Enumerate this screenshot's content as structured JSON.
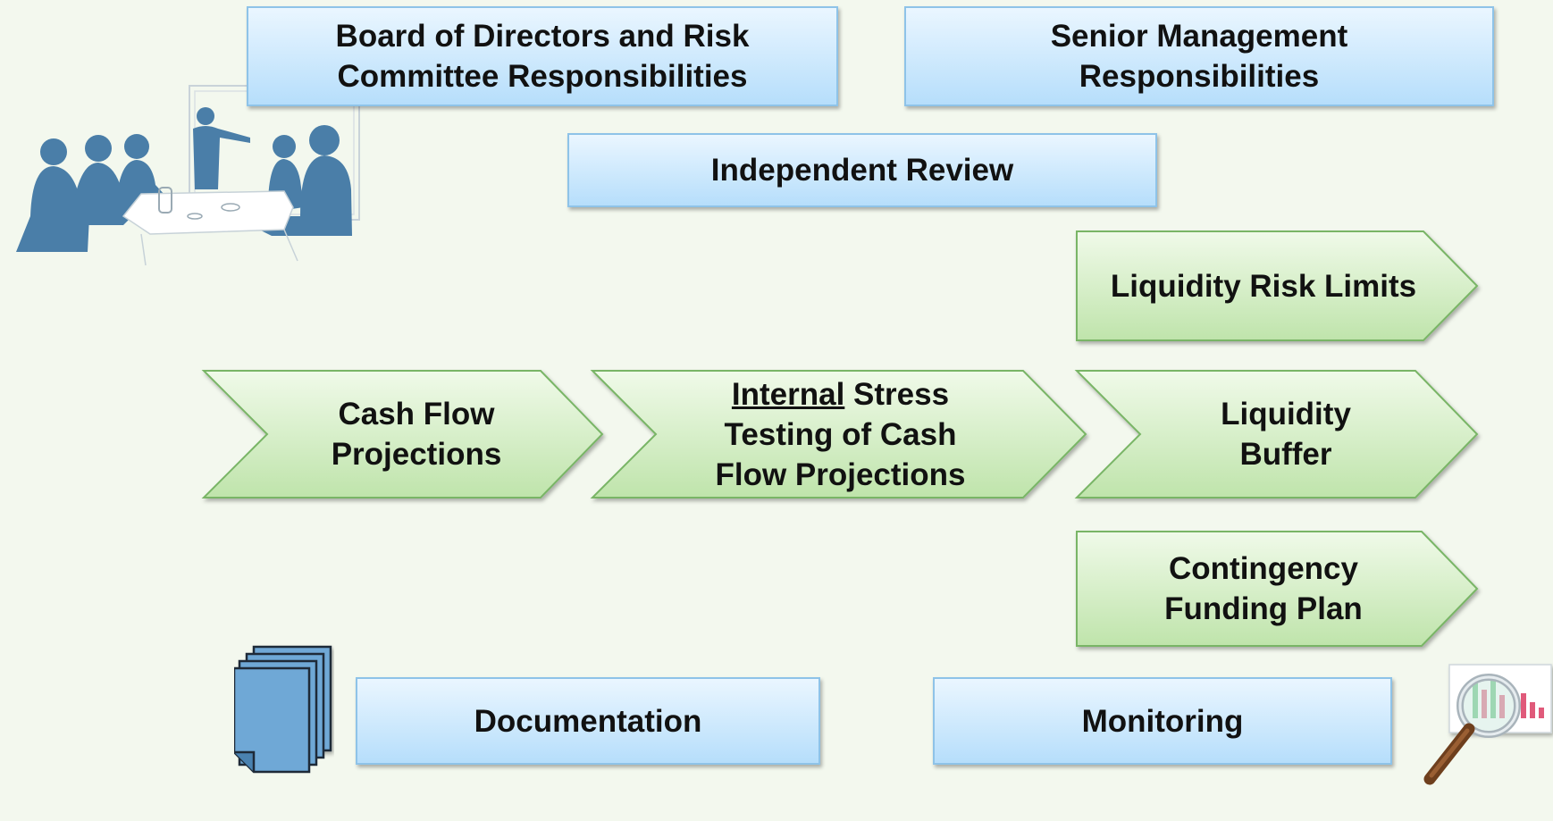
{
  "governance": {
    "board": {
      "line1": "Board of Directors and Risk",
      "line2": "Committee Responsibilities"
    },
    "senior": {
      "line1": "Senior Management",
      "line2": "Responsibilities"
    },
    "review": "Independent Review"
  },
  "process": {
    "cash_flow": {
      "line1": "Cash Flow",
      "line2": "Projections"
    },
    "stress": {
      "underlined": "Internal",
      "line1_rest": " Stress",
      "line2": "Testing of Cash",
      "line3": "Flow Projections"
    },
    "limits": "Liquidity Risk Limits",
    "buffer": {
      "line1": "Liquidity",
      "line2": "Buffer"
    },
    "cfp": {
      "line1": "Contingency",
      "line2": "Funding Plan"
    }
  },
  "support": {
    "documentation": "Documentation",
    "monitoring": "Monitoring"
  },
  "icons": {
    "meeting": "meeting-illustration-icon",
    "documents": "document-stack-icon",
    "magnifier": "magnifier-chart-icon"
  },
  "colors": {
    "blue_box": "#b6defb",
    "green_arrow": "#c7e8b6",
    "silhouette": "#4a7ea8"
  }
}
